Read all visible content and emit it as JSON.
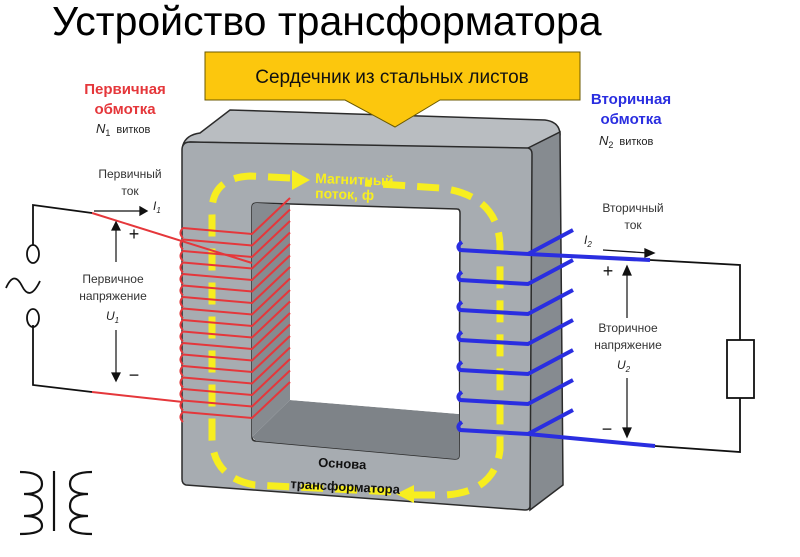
{
  "title": "Устройство трансформатора",
  "callout": {
    "text": "Сердечник из стальных листов",
    "color": "#fcc70d"
  },
  "primary_winding": {
    "label_line1": "Первичная",
    "label_line2": "обмотка",
    "turns_symbol": "N",
    "turns_subscript": "1",
    "turns_word": "витков",
    "color": "#e5373b"
  },
  "secondary_winding": {
    "label_line1": "Вторичная",
    "label_line2": "обмотка",
    "turns_symbol": "N",
    "turns_subscript": "2",
    "turns_word": "витков",
    "color": "#2a2ee0"
  },
  "primary_current": {
    "line1": "Первичный",
    "line2": "ток",
    "symbol": "I",
    "subscript": "1"
  },
  "secondary_current": {
    "line1": "Вторичный",
    "line2": "ток",
    "symbol": "I",
    "subscript": "2"
  },
  "primary_voltage": {
    "line1": "Первичное",
    "line2": "напряжение",
    "symbol": "U",
    "subscript": "1",
    "plus": "+",
    "minus": "−"
  },
  "secondary_voltage": {
    "line1": "Вторичное",
    "line2": "напряжение",
    "symbol": "U",
    "subscript": "2",
    "plus": "+",
    "minus": "−"
  },
  "flux": {
    "line1": "Магнитный",
    "line2": "поток,",
    "symbol": "ф",
    "color": "#f7ee1f"
  },
  "base": {
    "line1": "Основа",
    "line2": "трансформатора"
  },
  "core": {
    "face_color": "#a7acb1",
    "side_color": "#868b90",
    "top_color": "#b9bdc1"
  },
  "icons": {
    "ac_source": "ac-source-icon",
    "load": "resistor-icon",
    "symbol": "transformer-symbol-icon"
  }
}
